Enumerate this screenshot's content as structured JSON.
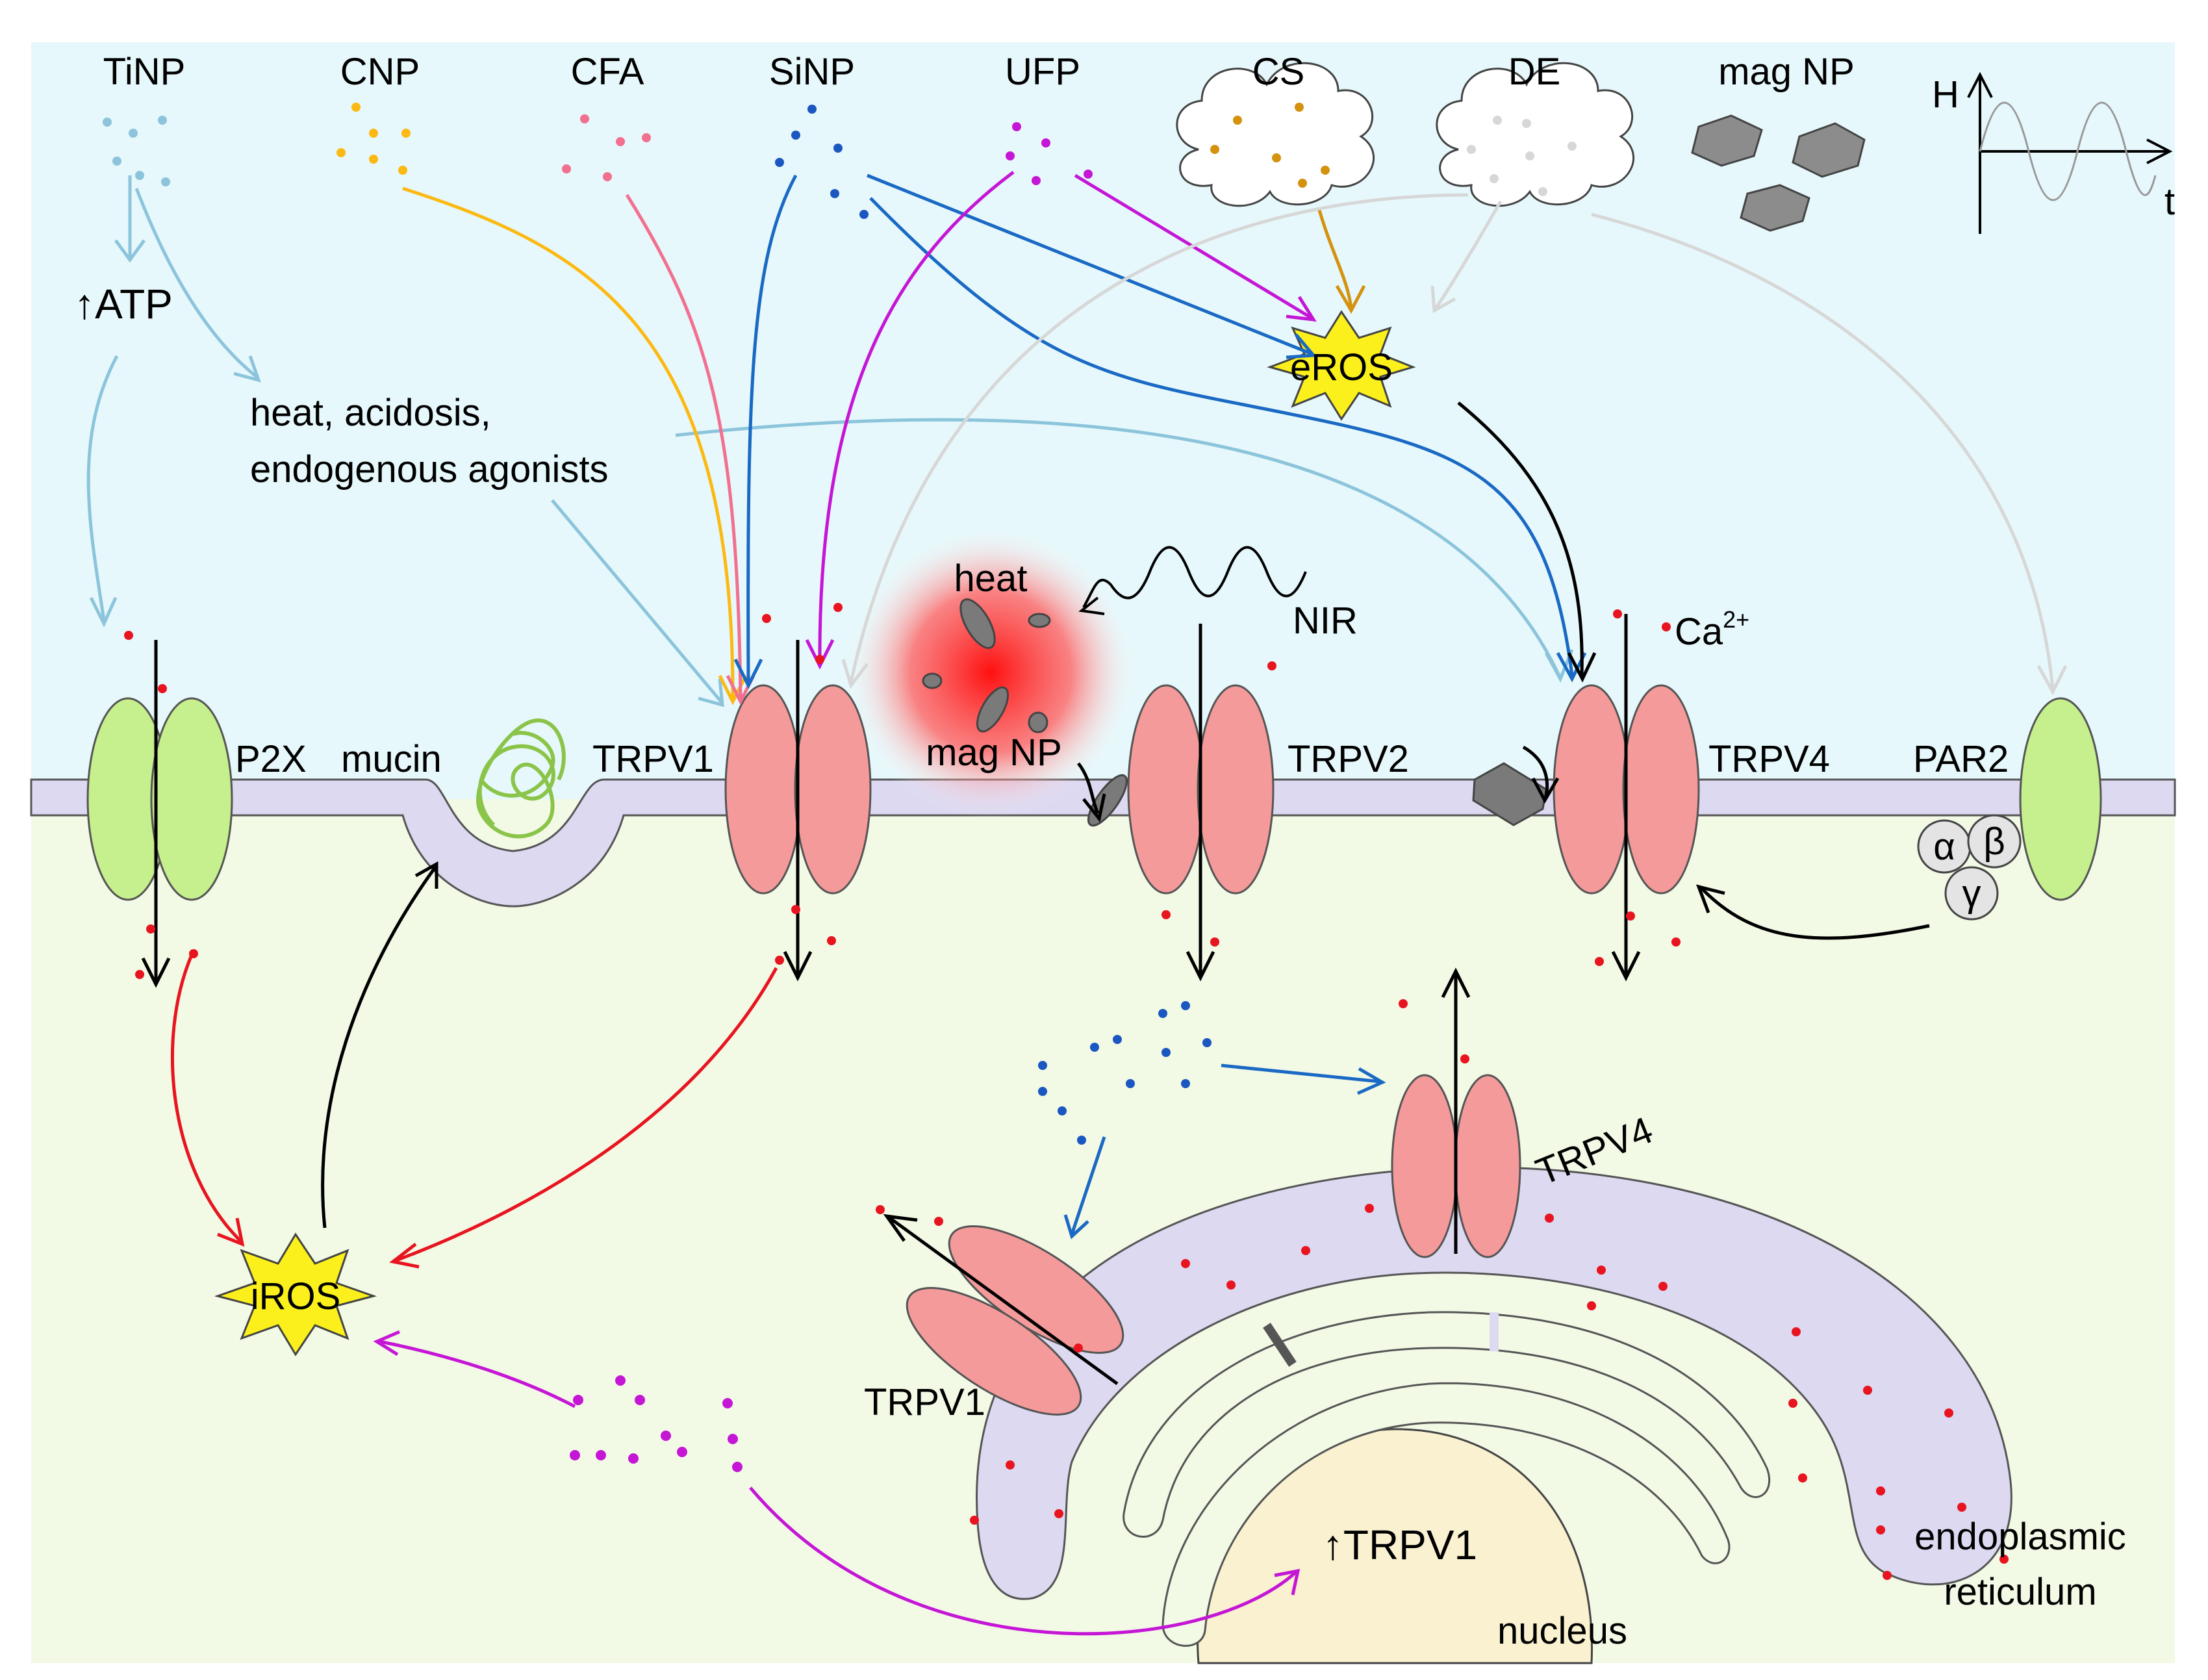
{
  "particles": {
    "tinp": "TiNP",
    "cnp": "CNP",
    "cfa": "CFA",
    "sinp": "SiNP",
    "ufp": "UFP",
    "cs": "CS",
    "de": "DE",
    "mag_np": "mag NP"
  },
  "field_graph": {
    "y_label": "H",
    "x_label": "t"
  },
  "extracellular": {
    "atp": "↑ATP",
    "agonists_line1": "heat, acidosis,",
    "agonists_line2": "endogenous agonists",
    "eros": "eROS",
    "heat": "heat",
    "mag_np": "mag NP",
    "nir": "NIR",
    "calcium": "Ca",
    "calcium_charge": "2+"
  },
  "membrane": {
    "p2x": "P2X",
    "mucin": "mucin",
    "trpv1": "TRPV1",
    "trpv2": "TRPV2",
    "trpv4": "TRPV4",
    "par2": "PAR2",
    "g_alpha": "α",
    "g_beta": "β",
    "g_gamma": "γ"
  },
  "intracellular": {
    "iros": "iROS",
    "er_trpv4": "TRPV4",
    "er_trpv1": "TRPV1",
    "trpv1_up": "↑TRPV1",
    "nucleus": "nucleus",
    "er_line1": "endoplasmic",
    "er_line2": "reticulum"
  },
  "colors": {
    "extracellular_bg": "#e6f8fb",
    "intracellular_bg": "#f2f9e5",
    "membrane": "#d9d6ee",
    "trpv_channel": "#f59a9a",
    "p2x_channel": "#c6ef8d",
    "ros_star": "#fbf01b",
    "tinp": "#8cc4dc",
    "cnp": "#fcb913",
    "cfa": "#f2708f",
    "sinp": "#1a57c1",
    "ufp": "#c516d6",
    "cs": "#d4920e",
    "de": "#d7d7d7",
    "calcium": "#e8141f"
  }
}
